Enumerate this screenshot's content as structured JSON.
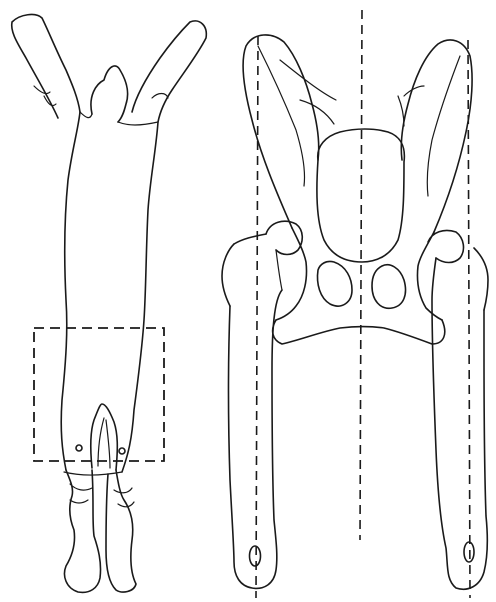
{
  "figure": {
    "panels": [
      {
        "id": "dorsal-body-outline",
        "guide_box": "dashed"
      },
      {
        "id": "pelvis-femurs",
        "guide_lines": "dashed"
      }
    ],
    "colors": {
      "ink": "#1a1a1a",
      "background": "#ffffff"
    }
  }
}
